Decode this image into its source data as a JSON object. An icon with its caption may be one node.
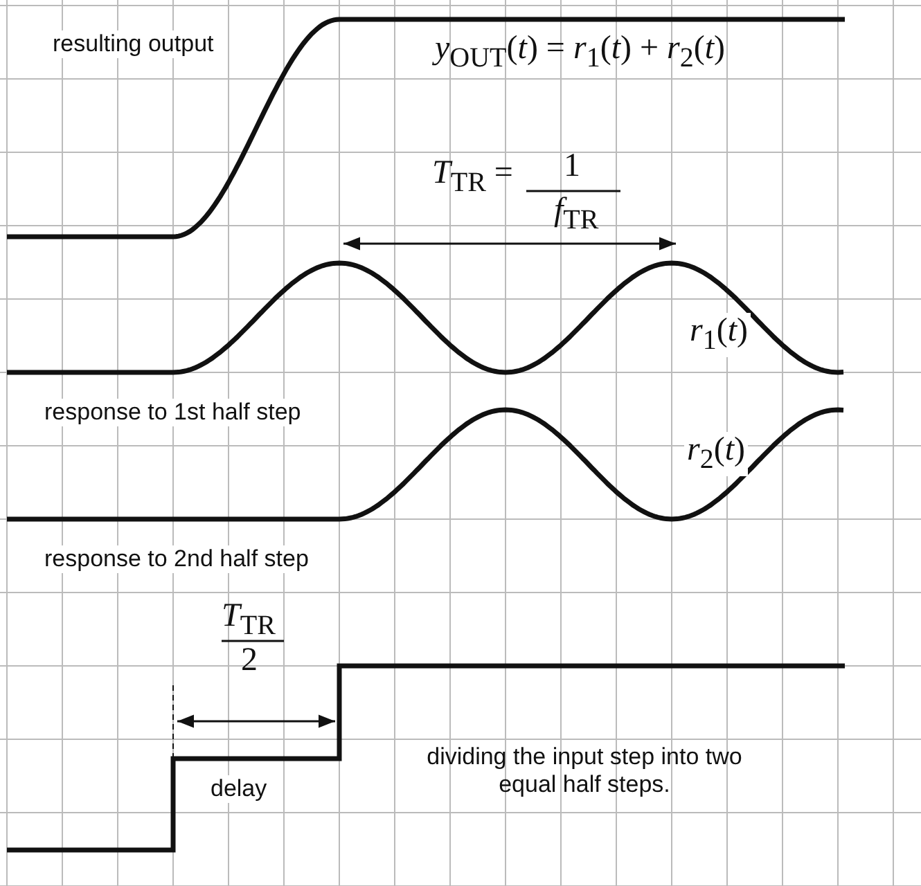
{
  "diagram": {
    "labels": [
      "resulting output",
      "*y*$_{OUT}$(*t*) = *r*$_{1}$(*t*) + *r*$_{2}$(*t*)",
      "*T*$_{TR}$ =",
      "1",
      "*f*$_{TR}$",
      "*r*$_{1}$(*t*)",
      "response to 1st half step",
      "*r*$_{2}$(*t*)",
      "response to 2nd half step",
      "*T*$_{TR}$",
      "2",
      "delay",
      "dividing the input step into two equal half steps."
    ]
  }
}
